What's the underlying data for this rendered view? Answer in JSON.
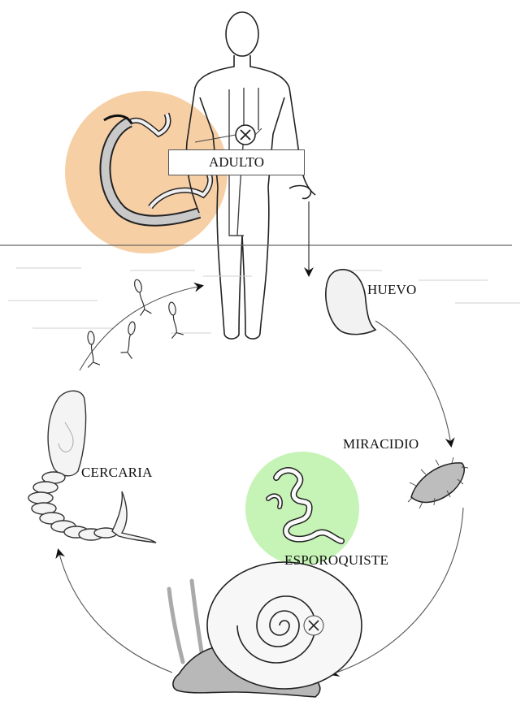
{
  "labels": {
    "adult": "ADULTO",
    "egg": "HUEVO",
    "miracidium": "MIRACIDIO",
    "cercaria": "CERCARIA",
    "sporocyst": "ESPOROQUISTE"
  },
  "colors": {
    "adult_circle": "#f6cfa5",
    "sporocyst_circle": "#c6f3b6",
    "line": "#333333",
    "water_line": "#666666",
    "water_dash": "#cccccc",
    "snail_body": "#b8b8b8"
  }
}
